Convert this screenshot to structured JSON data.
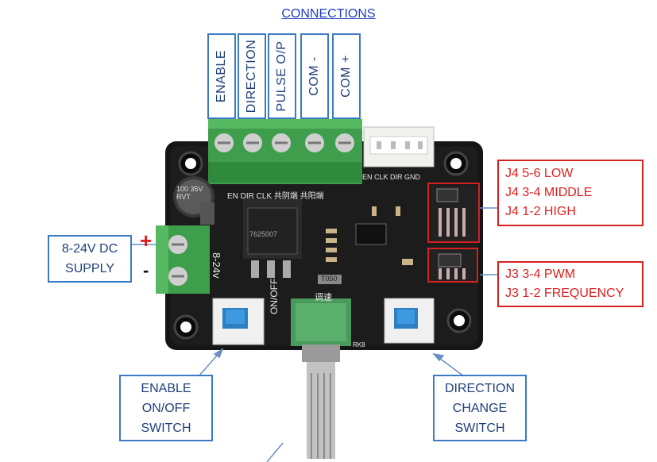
{
  "title": "CONNECTIONS",
  "connections": [
    "ENABLE",
    "DIRECTION",
    "PULSE O/P",
    "COM -",
    "COM +"
  ],
  "supply": {
    "line1": "8-24V DC",
    "line2": "SUPPLY",
    "plus": "+",
    "minus": "-"
  },
  "j4": [
    "J4 5-6 LOW",
    "J4 3-4 MIDDLE",
    "J4 1-2 HIGH"
  ],
  "j3": [
    "J3 3-4 PWM",
    "J3 1-2 FREQUENCY"
  ],
  "enable_switch": [
    "ENABLE",
    "ON/OFF",
    "SWITCH"
  ],
  "direction_switch": [
    "DIRECTION",
    "CHANGE",
    "SWITCH"
  ],
  "board_labels": {
    "terminal_row": "EN  DIR  CLK  共阴端 共阳端",
    "header_row": "EN CLK DIR GND",
    "supply_side": "8-24v",
    "on_off": "ON/OFF",
    "speed": "调速",
    "capacitor": "100 35V RVT",
    "regulator": "7625007",
    "fuse": "T050",
    "pot": "RK8"
  },
  "colors": {
    "blue_border": "#3b7ac4",
    "red_border": "#d42020",
    "pcb": "#141414"
  }
}
